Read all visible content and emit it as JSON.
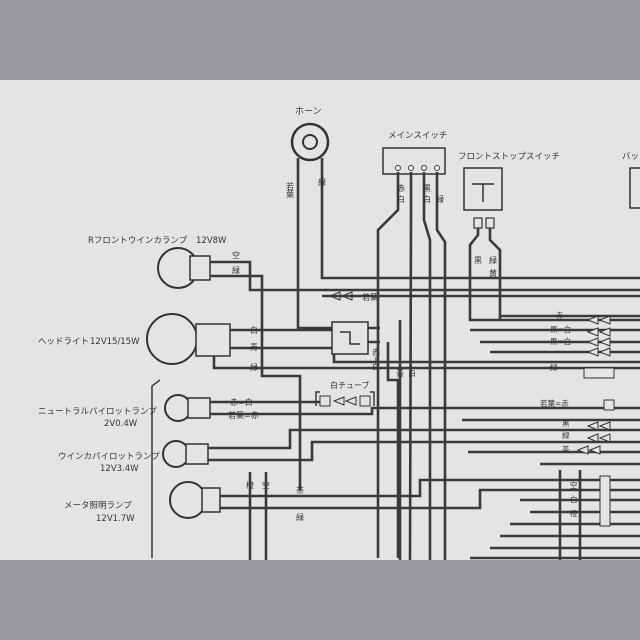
{
  "components": {
    "horn": "ホーン",
    "main_switch": "メインスイッチ",
    "front_stop_switch": "フロントストップスイッチ",
    "back_partial": "バッ",
    "r_front_winker": "Rフロントウインカランプ",
    "r_front_winker_spec": "12V8W",
    "headlight": "ヘッドライト",
    "headlight_spec": "12V15/15W",
    "neutral_pilot": "ニュートラルパイロットランプ",
    "neutral_pilot_spec": "2V0.4W",
    "winker_pilot": "ウインカパイロットランプ",
    "winker_pilot_spec": "12V3.4W",
    "meter_lamp": "メータ照明ランプ",
    "meter_lamp_spec": "12V1.7W",
    "tube": "白チューブ"
  },
  "wire_labels": {
    "horn_left": "若葉",
    "horn_right": "緑",
    "ms1": "赤",
    "ms1b": "白",
    "ms2": "黒",
    "ms2b": "白",
    "ms3": "緑",
    "fs1": "黒",
    "fs2": "緑",
    "fs2b": "黄",
    "rw1": "空",
    "rw2": "緑",
    "hl1": "白",
    "hl2": "青",
    "hl3": "緑",
    "mid_waka": "若葉",
    "np1": "赤=白",
    "np2": "若葉=赤",
    "v_red_white": "赤=白",
    "v_blue": "青",
    "v_white": "白",
    "wp1": "橙",
    "wp2": "空",
    "ml": "茶",
    "ml2": "緑",
    "r1": "赤",
    "r2": "黒=白",
    "r3": "黒=白",
    "r4": "緑",
    "r_waka": "若葉=赤",
    "r_kuro": "黒",
    "r_midori": "緑",
    "r_cha": "茶",
    "r_bottom1": "空",
    "r_bottom2": "白",
    "r_bottom3": "橙"
  }
}
